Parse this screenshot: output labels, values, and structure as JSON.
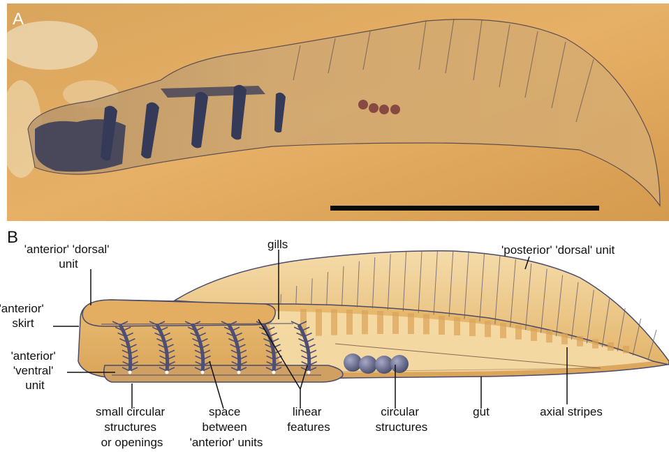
{
  "panel_a": {
    "letter": "A"
  },
  "panel_b": {
    "letter": "B",
    "labels": {
      "anterior_dorsal_unit": [
        "'anterior' 'dorsal'",
        "unit"
      ],
      "gills": "gills",
      "posterior_dorsal_unit": "'posterior' 'dorsal' unit",
      "anterior_skirt": [
        "'anterior'",
        "skirt"
      ],
      "anterior_ventral_unit": [
        "'anterior'",
        "'ventral'",
        "unit"
      ],
      "small_circular_structures": [
        "small circular",
        "structures",
        "or openings"
      ],
      "space_between_units": [
        "space",
        "between",
        "'anterior' units"
      ],
      "linear_features": [
        "linear",
        "features"
      ],
      "circular_structures": [
        "circular",
        "structures"
      ],
      "gut": "gut",
      "axial_stripes": "axial stripes"
    }
  },
  "colors": {
    "matrix": "#e2a95a",
    "fossil_dark": "#3b3f5a",
    "body_fill": "#e8c27a",
    "body_light": "#f6dda8",
    "outline": "#4a4a6a",
    "gill_color": "#4e4f72"
  }
}
